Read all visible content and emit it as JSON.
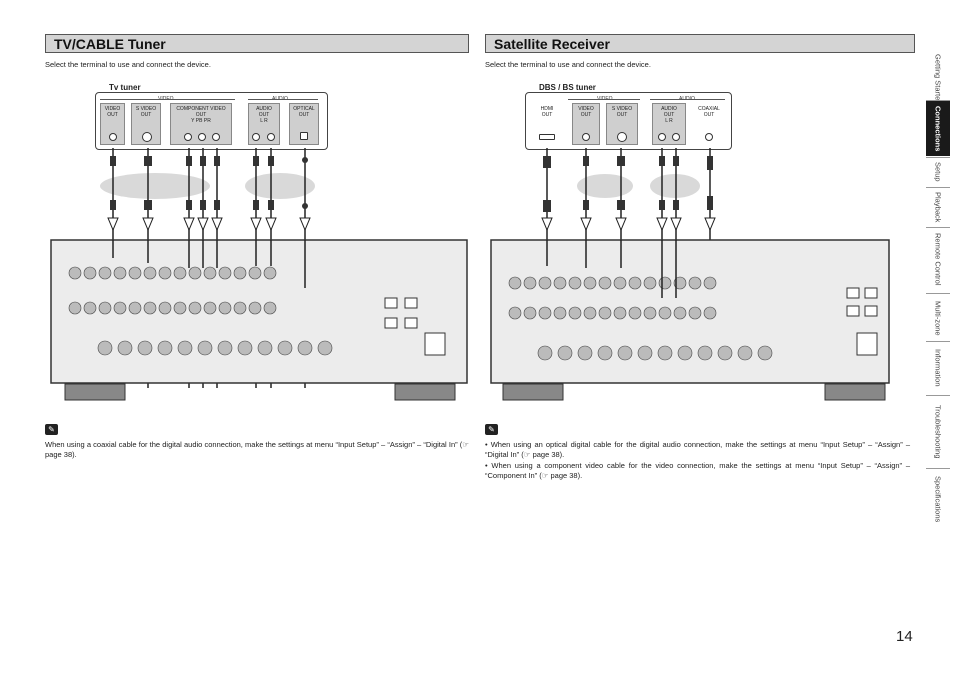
{
  "left": {
    "title": "TV/CABLE Tuner",
    "instruction": "Select the terminal to use and connect the device.",
    "device_label": "Tv tuner",
    "group_video": "VIDEO",
    "group_audio": "AUDIO",
    "ports": [
      {
        "label": "VIDEO\nOUT"
      },
      {
        "label": "S VIDEO\nOUT"
      },
      {
        "label": "COMPONENT VIDEO\nOUT\nY    PB    PR"
      },
      {
        "label": "AUDIO\nOUT\nL      R"
      },
      {
        "label": "OPTICAL\nOUT"
      }
    ],
    "note": "When using a coaxial cable for the digital audio connection, make the settings at menu “Input Setup” – “Assign” – “Digital In” (☞ page 38)."
  },
  "right": {
    "title": "Satellite Receiver",
    "instruction": "Select the terminal to use and connect the device.",
    "device_label": "DBS / BS tuner",
    "group_video": "VIDEO",
    "group_audio": "AUDIO",
    "ports": [
      {
        "label": "HDMI\nOUT"
      },
      {
        "label": "VIDEO\nOUT"
      },
      {
        "label": "S VIDEO\nOUT"
      },
      {
        "label": "AUDIO\nOUT\nL      R"
      },
      {
        "label": "COAXIAL\nOUT"
      }
    ],
    "notes": [
      "• When using an optical digital cable for the digital audio connection, make the settings at menu “Input Setup” – “Assign” – “Digital In” (☞ page 38).",
      "• When using a component video cable for the video connection, make the settings at menu “Input Setup” – “Assign” – “Component In” (☞ page 38)."
    ]
  },
  "note_icon": "pencil-note-icon",
  "sidebar": {
    "tabs": [
      {
        "label": "Getting Started",
        "active": false
      },
      {
        "label": "Connections",
        "active": true
      },
      {
        "label": "Setup",
        "active": false
      },
      {
        "label": "Playback",
        "active": false
      },
      {
        "label": "Remote Control",
        "active": false
      },
      {
        "label": "Multi-zone",
        "active": false
      },
      {
        "label": "Information",
        "active": false
      },
      {
        "label": "Troubleshooting",
        "active": false
      },
      {
        "label": "Specifications",
        "active": false
      }
    ]
  },
  "page_number": "14",
  "colors": {
    "header_bg": "#d4d4d4",
    "port_bg": "#cfcfcf",
    "panel_bg": "#ececec",
    "active_tab": "#1a1a1a",
    "cable_ellipse": "#d9d9d9"
  }
}
